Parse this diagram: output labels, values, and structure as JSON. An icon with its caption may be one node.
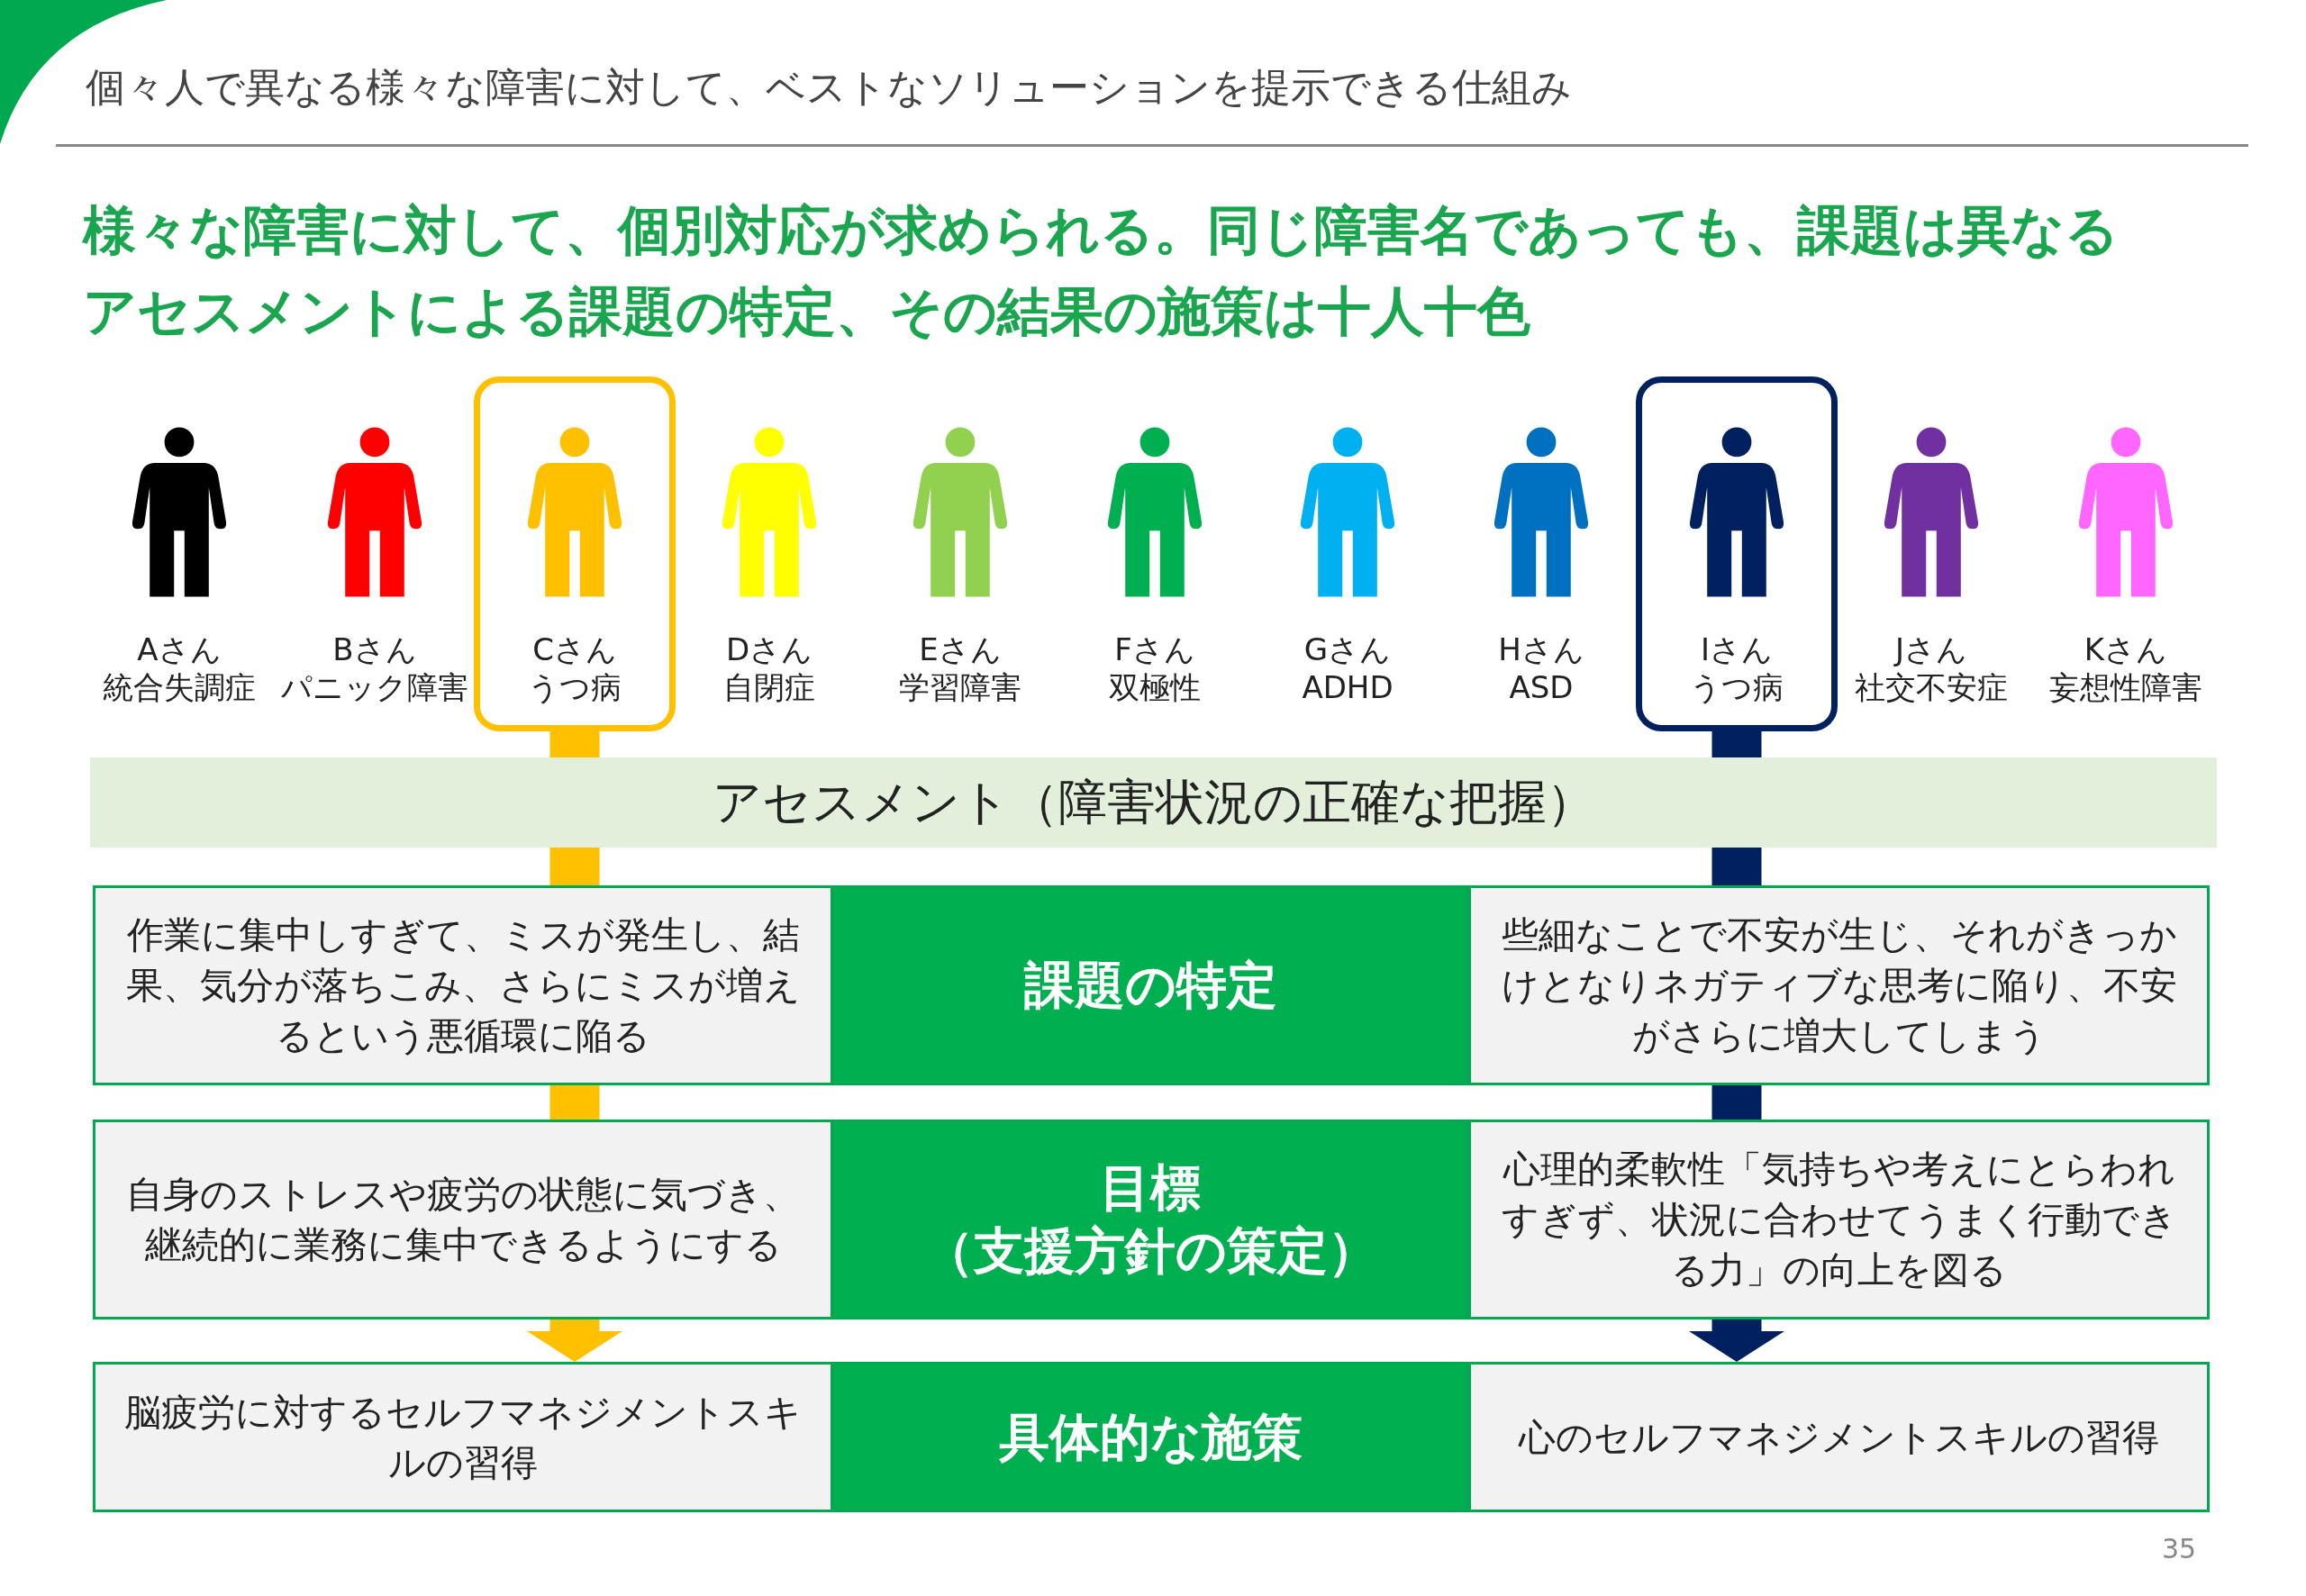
{
  "diagram": {
    "title": "個々人で異なる様々な障害に対して、ベストなソリューションを提示できる仕組み",
    "nodes": [
      {
        "text": [
          "Aさん",
          "統合失調症"
        ]
      },
      {
        "text": [
          "Bさん",
          "パニック障害"
        ]
      },
      {
        "text": [
          "Cさん",
          "うつ病"
        ]
      },
      {
        "text": [
          "Dさん",
          "自閉症"
        ]
      },
      {
        "text": [
          "Eさん",
          "学習障害"
        ]
      },
      {
        "text": [
          "Fさん",
          "双極性"
        ]
      },
      {
        "text": [
          "Gさん",
          "ADHD"
        ]
      },
      {
        "text": [
          "Hさん",
          "ASD"
        ]
      },
      {
        "text": [
          "Iさん",
          "うつ病"
        ]
      },
      {
        "text": [
          "Jさん",
          "社交不安症"
        ]
      },
      {
        "text": [
          "Kさん",
          "妄想性障害"
        ]
      },
      {
        "text": [
          "アセスメント（障害状況の正確な把握）"
        ]
      },
      {
        "text": [
          "作業に集中しすぎて、ミスが発生し、結果、気分が落ちこみ、さらにミスが増えるという悪循環に陥る"
        ]
      },
      {
        "text": [
          "課題の特定"
        ]
      },
      {
        "text": [
          "些細なことで不安が生じ、それがきっかけとなりネガティブな思考に陥り、不安がさらに増大してしまう"
        ]
      },
      {
        "text": [
          "自身のストレスや疲労の状態に気づき、継続的に業務に集中できるようにする"
        ]
      },
      {
        "text": [
          "目標",
          "（支援方針の策定）"
        ]
      },
      {
        "text": [
          "心理的柔軟性「気持ちや考えにとらわれすぎず、状況に合わせてうまく行動できる力」の向上を図る"
        ]
      },
      {
        "text": [
          "脳疲労に対するセルフマネジメントスキルの習得"
        ]
      },
      {
        "text": [
          "具体的な施策"
        ]
      },
      {
        "text": [
          "心のセルフマネジメントスキルの習得"
        ]
      }
    ],
    "edges": [
      {
        "from": 2,
        "to": 11,
        "arrow": "none",
        "color": "#ffc000"
      },
      {
        "from": 11,
        "to": 12,
        "arrow": "none",
        "color": "#ffc000"
      },
      {
        "from": 12,
        "to": 15,
        "arrow": "none",
        "color": "#ffc000"
      },
      {
        "from": 15,
        "to": 18,
        "arrow": "to",
        "color": "#ffc000"
      },
      {
        "from": 8,
        "to": 11,
        "arrow": "none",
        "color": "#002060"
      },
      {
        "from": 11,
        "to": 14,
        "arrow": "none",
        "color": "#002060"
      },
      {
        "from": 14,
        "to": 17,
        "arrow": "none",
        "color": "#002060"
      },
      {
        "from": 17,
        "to": 20,
        "arrow": "to",
        "color": "#002060"
      }
    ],
    "labels": [
      "様々な障害に対して、個別対応が求められる。同じ障害名であっても、課題は異なる",
      "アセスメントによる課題の特定、その結果の施策は十人十色",
      "35"
    ]
  }
}
